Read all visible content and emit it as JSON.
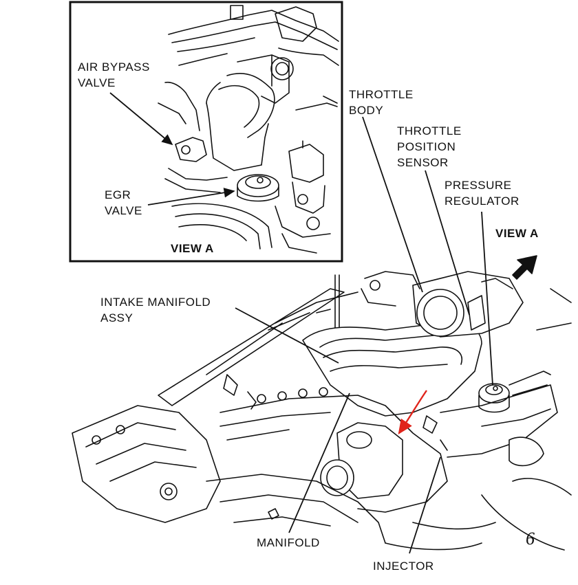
{
  "inset": {
    "title": "VIEW A",
    "labels": {
      "air_bypass_valve": [
        "AIR BYPASS",
        "VALVE"
      ],
      "egr_valve": [
        "EGR",
        "VALVE"
      ]
    }
  },
  "main": {
    "view_a_pointer": "VIEW A",
    "labels": {
      "throttle_body": [
        "THROTTLE",
        "BODY"
      ],
      "throttle_position_sensor": [
        "THROTTLE",
        "POSITION",
        "SENSOR"
      ],
      "pressure_regulator": [
        "PRESSURE",
        "REGULATOR"
      ],
      "intake_manifold_assy": [
        "INTAKE MANIFOLD",
        "ASSY"
      ],
      "manifold": "MANIFOLD",
      "injector": "INJECTOR"
    },
    "corner_mark": "6",
    "colors": {
      "line": "#111111",
      "annotation_arrow": "#e0241b"
    }
  }
}
